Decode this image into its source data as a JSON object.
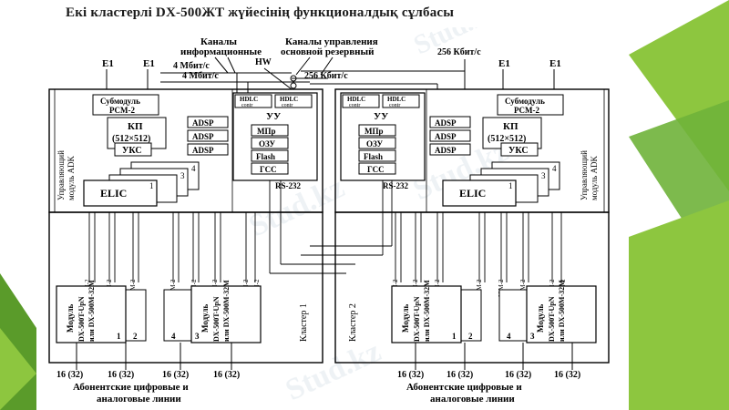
{
  "slide": {
    "title": "Екі кластерлі DX-500ЖТ жүйесінің функционалдық сұлбасы",
    "watermark": "Stud.kz",
    "accent_green": "#8dc63f",
    "dark_green": "#5a9b2a"
  },
  "diagram": {
    "top_labels": {
      "info_channels_line1": "Каналы",
      "info_channels_line2": "информационные",
      "control_channels_line1": "Каналы управления",
      "control_channels_line2": "основной  резервный",
      "rate_256": "256 Кбит/с",
      "rate_4m_a": "4 Мбит/с",
      "rate_4m_b": "4 Мбит/с",
      "rate_256_mid": "256 Кбит/с",
      "hw": "HW",
      "e1": "E1"
    },
    "cluster1": {
      "submodule_line1": "Субмодуль",
      "submodule_line2": "PCM-2",
      "kp_line1": "КП",
      "kp_line2": "(512×512)",
      "uks": "УКС",
      "adsp": "ADSP",
      "hdlc": "HDLC",
      "contr": "contr",
      "uu": "УУ",
      "mpr": "МПр",
      "ozu": "ОЗУ",
      "flash": "Flash",
      "gss": "ГСС",
      "rs232": "RS-232",
      "elic": "ELIC",
      "side_label_line1": "Управляющий",
      "side_label_line2": "модуль ADK",
      "cluster_label": "Кластер 1",
      "iom": "IOM-2",
      "module_line1": "Модуль",
      "module_line2": "DX-500T-UpN",
      "module_line3": "или DX-500M-32M",
      "num1": "1",
      "num2": "2",
      "num3": "3",
      "num4": "4"
    },
    "cluster2": {
      "cluster_label": "Кластер 2"
    },
    "bottom": {
      "count": "16 (32)",
      "line1": "Абонентские цифровые и",
      "line2": "аналоговые линии"
    }
  }
}
